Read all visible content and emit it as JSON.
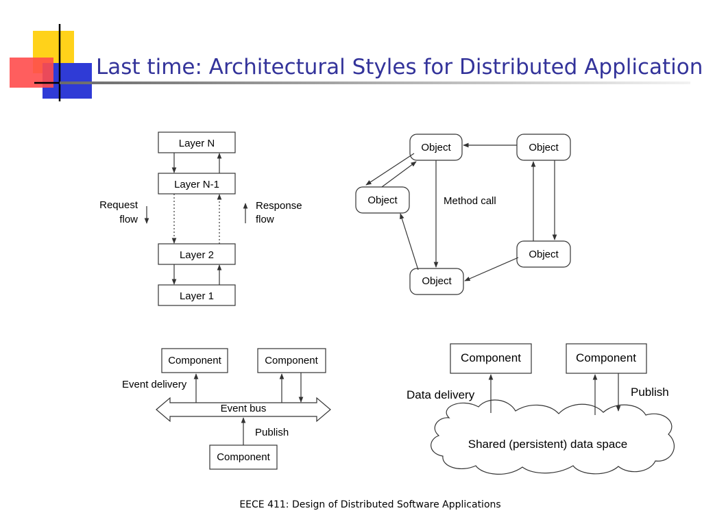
{
  "title": "Last time: Architectural Styles for Distributed Applications",
  "footer": "EECE 411: Design of Distributed Software Applications",
  "colors": {
    "title": "#33339a",
    "deco_yellow": "#ffd21a",
    "deco_red": "#ff4d4d",
    "deco_blue": "#2f3bd6"
  },
  "layered": {
    "layers": [
      "Layer N",
      "Layer N-1",
      "Layer 2",
      "Layer 1"
    ],
    "request_line1": "Request",
    "request_line2": "flow",
    "response_line1": "Response",
    "response_line2": "flow"
  },
  "objects": {
    "object_label": "Object",
    "method_call": "Method call"
  },
  "event_bus": {
    "component_label": "Component",
    "event_delivery": "Event delivery",
    "bus_label": "Event bus",
    "publish": "Publish"
  },
  "shared_space": {
    "component_label": "Component",
    "data_delivery": "Data delivery",
    "publish": "Publish",
    "space_label": "Shared (persistent) data space"
  }
}
